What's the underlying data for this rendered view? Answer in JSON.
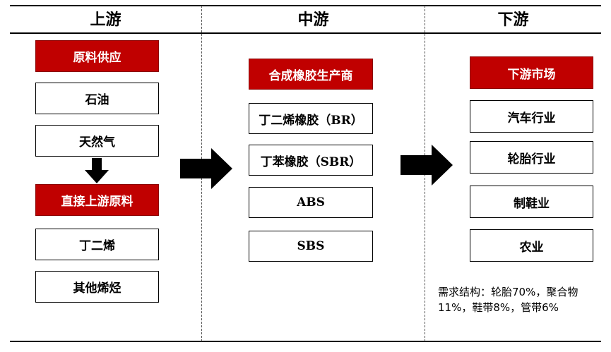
{
  "columns": {
    "upstream": {
      "title": "上游",
      "raw_supply_label": "原料供应",
      "raw_items": [
        "石油",
        "天然气"
      ],
      "direct_label": "直接上游原料",
      "direct_items": [
        "丁二烯",
        "其他烯烃"
      ]
    },
    "midstream": {
      "title": "中游",
      "header_label": "合成橡胶生产商",
      "items": [
        "丁二烯橡胶（BR）",
        "丁苯橡胶（SBR）",
        "ABS",
        "SBS"
      ]
    },
    "downstream": {
      "title": "下游",
      "header_label": "下游市场",
      "items": [
        "汽车行业",
        "轮胎行业",
        "制鞋业",
        "农业"
      ],
      "note": "需求结构：轮胎70%，聚合物11%，鞋带8%，管带6%"
    }
  },
  "colors": {
    "header_red": "#c00000",
    "arrow": "#000000"
  },
  "icons": {
    "down_arrow": "down-arrow-icon",
    "right_arrow": "right-arrow-icon"
  }
}
